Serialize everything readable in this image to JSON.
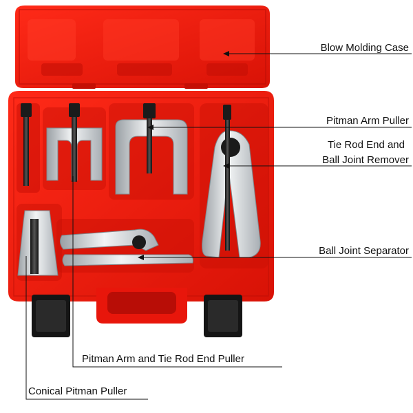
{
  "product": {
    "case_description": "red blow-molded carrying case with front-end service tools",
    "colors": {
      "case": "#e8160b",
      "case_dark": "#b80d06",
      "metal": "#cfd3d6",
      "rubber": "#1a1a1a"
    }
  },
  "callouts": [
    {
      "id": "blow_molding_case",
      "lines": [
        "Blow Molding Case"
      ]
    },
    {
      "id": "pitman_arm_puller",
      "lines": [
        "Pitman Arm Puller"
      ]
    },
    {
      "id": "tie_rod_end_ball_joint_remover",
      "lines": [
        "Tie Rod End and",
        "Ball Joint Remover"
      ]
    },
    {
      "id": "ball_joint_separator",
      "lines": [
        "Ball Joint Separator"
      ]
    },
    {
      "id": "pitman_arm_tie_rod_end_puller",
      "lines": [
        "Pitman Arm and Tie Rod End Puller"
      ]
    },
    {
      "id": "conical_pitman_puller",
      "lines": [
        "Conical Pitman Puller"
      ]
    }
  ]
}
